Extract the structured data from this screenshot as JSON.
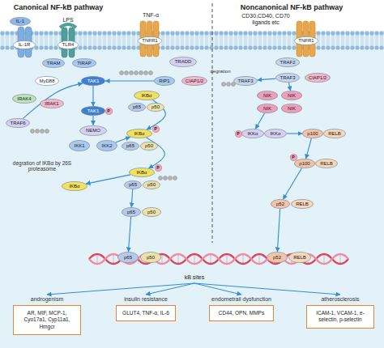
{
  "diagram": {
    "nodes": [
      {
        "text": [
          "IL-1"
        ]
      },
      {
        "text": [
          "IL-1R"
        ]
      },
      {
        "text": [
          "TLR4"
        ]
      },
      {
        "text": [
          "TNFR1"
        ]
      },
      {
        "text": [
          "TRAM"
        ]
      },
      {
        "text": [
          "TIRAP"
        ]
      },
      {
        "text": [
          "TRADD"
        ]
      },
      {
        "text": [
          "MyD88"
        ]
      },
      {
        "text": [
          "TAK1"
        ]
      },
      {
        "text": [
          "RIP1"
        ]
      },
      {
        "text": [
          "CIAP1/2"
        ]
      },
      {
        "text": [
          "IKBα"
        ]
      },
      {
        "text": [
          "p65"
        ]
      },
      {
        "text": [
          "p50"
        ]
      },
      {
        "text": [
          "IRAK4"
        ]
      },
      {
        "text": [
          "IRAK1"
        ]
      },
      {
        "text": [
          "TAK1"
        ]
      },
      {
        "text": [
          "TRAF6"
        ]
      },
      {
        "text": [
          "NEMO"
        ]
      },
      {
        "text": [
          "IKBα"
        ]
      },
      {
        "text": [
          "IKK1"
        ]
      },
      {
        "text": [
          "IKK2"
        ]
      },
      {
        "text": [
          "p65"
        ]
      },
      {
        "text": [
          "p50"
        ]
      },
      {
        "text": [
          "IKBα"
        ]
      },
      {
        "text": [
          "IKBα"
        ]
      },
      {
        "text": [
          "p65"
        ]
      },
      {
        "text": [
          "p50"
        ]
      },
      {
        "text": [
          "p65"
        ]
      },
      {
        "text": [
          "p50"
        ]
      },
      {
        "text": [
          "p65"
        ]
      },
      {
        "text": [
          "p50"
        ]
      },
      {
        "text": [
          "TNFR1"
        ]
      },
      {
        "text": [
          "TRAF2"
        ]
      },
      {
        "text": [
          "TRAF3"
        ]
      },
      {
        "text": [
          "TRAF3"
        ]
      },
      {
        "text": [
          "CIAP1/2"
        ]
      },
      {
        "text": [
          "NIK"
        ]
      },
      {
        "text": [
          "NIK"
        ]
      },
      {
        "text": [
          "NIK"
        ]
      },
      {
        "text": [
          "NIK"
        ]
      },
      {
        "text": [
          "IKKα"
        ]
      },
      {
        "text": [
          "IKKα"
        ]
      },
      {
        "text": [
          "p100"
        ]
      },
      {
        "text": [
          "RELB"
        ]
      },
      {
        "text": [
          "p100"
        ]
      },
      {
        "text": [
          "RELB"
        ]
      },
      {
        "text": [
          "p52"
        ]
      },
      {
        "text": [
          "RELB"
        ]
      },
      {
        "text": [
          "p52"
        ]
      },
      {
        "text": [
          "RELB"
        ]
      },
      {
        "text": [
          "androgenism",
          "AR, MIF, MCP-1, Cyo17a1, Cyp11a1, Hmgcr"
        ]
      },
      {
        "text": [
          "insulin resistance",
          "GLUT4, TNF-α, IL-6"
        ]
      },
      {
        "text": [
          "endometrail dysfunction",
          "CD44, OPN, MMPs"
        ]
      },
      {
        "text": [
          "atherosclerosis",
          "ICAM-1, VCAM-1, e-selectin, p-selectin"
        ]
      },
      {
        "text": [
          "P"
        ]
      },
      {
        "text": [
          "P"
        ]
      },
      {
        "text": [
          "P"
        ]
      },
      {
        "text": [
          "P"
        ]
      },
      {
        "text": [
          "P"
        ]
      }
    ],
    "edges": [
      {
        "from": 17,
        "to": 8,
        "arrow": "to"
      },
      {
        "from": 9,
        "to": 8,
        "arrow": "to"
      },
      {
        "from": 8,
        "to": 16,
        "arrow": "to"
      },
      {
        "from": 16,
        "to": 18,
        "arrow": "to"
      },
      {
        "from": 21,
        "to": 19,
        "arrow": "to"
      },
      {
        "from": 11,
        "to": 19,
        "arrow": "to"
      },
      {
        "from": 19,
        "to": 24,
        "arrow": "to"
      },
      {
        "from": 24,
        "to": 25,
        "arrow": "to"
      },
      {
        "from": 26,
        "to": 28,
        "arrow": "to"
      },
      {
        "from": 28,
        "to": 30,
        "arrow": "to"
      },
      {
        "from": 35,
        "to": 34,
        "arrow": "to"
      },
      {
        "from": 35,
        "to": 38,
        "arrow": "to"
      },
      {
        "from": 39,
        "to": 41,
        "arrow": "to"
      },
      {
        "from": 42,
        "to": 43,
        "arrow": "to"
      },
      {
        "from": 43,
        "to": 45,
        "arrow": "to"
      },
      {
        "from": 45,
        "to": 47,
        "arrow": "to"
      },
      {
        "from": 47,
        "to": 49,
        "arrow": "to"
      }
    ],
    "labels": [
      "Canonical NF-kB pathway",
      "Noncanonical NF-kB pathway",
      "LPS",
      "TNF-α",
      "CD30,CD40, CD70 ligands etc",
      "degration",
      "degration of IKBα by 26S proteasome",
      "kB sites"
    ]
  }
}
